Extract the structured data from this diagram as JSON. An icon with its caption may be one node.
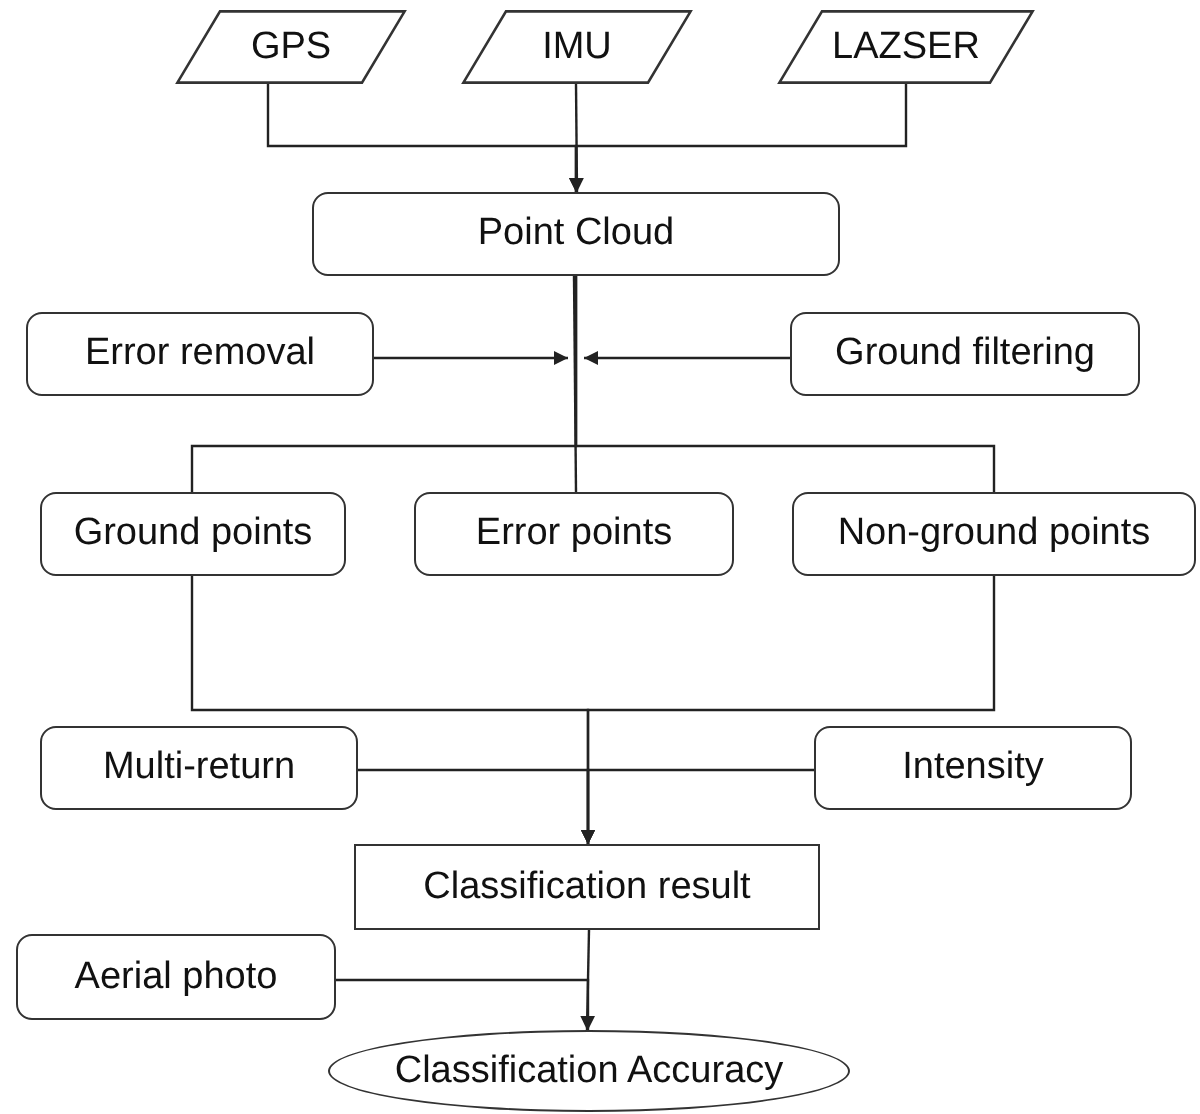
{
  "diagram": {
    "nodes": [
      {
        "text": [
          "GPS"
        ]
      },
      {
        "text": [
          "IMU"
        ]
      },
      {
        "text": [
          "LAZSER"
        ]
      },
      {
        "text": [
          "Point Cloud"
        ]
      },
      {
        "text": [
          "Error removal"
        ]
      },
      {
        "text": [
          "Ground filtering"
        ]
      },
      {
        "text": [
          "Ground points"
        ]
      },
      {
        "text": [
          "Error points"
        ]
      },
      {
        "text": [
          "Non-ground points"
        ]
      },
      {
        "text": [
          "Multi-return"
        ]
      },
      {
        "text": [
          "Intensity"
        ]
      },
      {
        "text": [
          "Classification result"
        ]
      },
      {
        "text": [
          "Aerial photo"
        ]
      },
      {
        "text": [
          "Classification Accuracy"
        ]
      }
    ],
    "edges": [
      {
        "from": 0,
        "to": 3,
        "arrow": "to"
      },
      {
        "from": 1,
        "to": 3,
        "arrow": "to"
      },
      {
        "from": 2,
        "to": 3,
        "arrow": "to"
      },
      {
        "from": 3,
        "to": 6,
        "arrow": "none"
      },
      {
        "from": 3,
        "to": 7,
        "arrow": "none"
      },
      {
        "from": 3,
        "to": 8,
        "arrow": "none"
      },
      {
        "from": 4,
        "to": null,
        "arrow": "to"
      },
      {
        "from": 5,
        "to": null,
        "arrow": "to"
      },
      {
        "from": 6,
        "to": 11,
        "arrow": "to"
      },
      {
        "from": 8,
        "to": 11,
        "arrow": "to"
      },
      {
        "from": 9,
        "to": 11,
        "arrow": "to"
      },
      {
        "from": 10,
        "to": 11,
        "arrow": "to"
      },
      {
        "from": 11,
        "to": 13,
        "arrow": "to"
      },
      {
        "from": 12,
        "to": 13,
        "arrow": "to"
      }
    ]
  }
}
